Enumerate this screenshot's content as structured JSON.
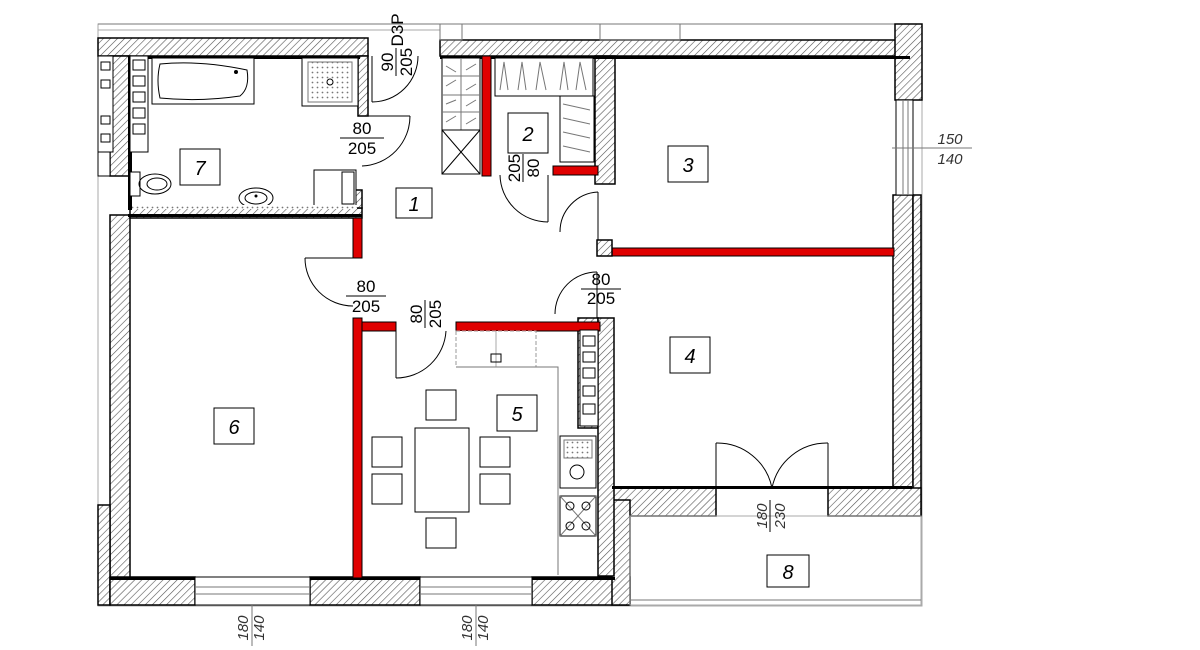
{
  "rooms": [
    {
      "id": "1",
      "label": "1"
    },
    {
      "id": "2",
      "label": "2"
    },
    {
      "id": "3",
      "label": "3"
    },
    {
      "id": "4",
      "label": "4"
    },
    {
      "id": "5",
      "label": "5"
    },
    {
      "id": "6",
      "label": "6"
    },
    {
      "id": "7",
      "label": "7"
    },
    {
      "id": "8",
      "label": "8"
    }
  ],
  "dims": {
    "entrance_w": "90",
    "entrance_h": "205",
    "entrance_tag": "D3P",
    "bath_w": "80",
    "bath_h": "205",
    "storage_h": "205",
    "storage_w": "80",
    "room6_w": "80",
    "room6_h": "205",
    "kitchen_w": "80",
    "kitchen_h": "205",
    "room4_w": "80",
    "room4_h": "205",
    "balcony_w": "180",
    "balcony_h": "230",
    "win3_w": "150",
    "win3_h": "140",
    "win6_w": "180",
    "win6_h": "140",
    "win5_w": "180",
    "win5_h": "140"
  },
  "colors": {
    "partition": "#e00000",
    "wall_outline": "#000000"
  }
}
